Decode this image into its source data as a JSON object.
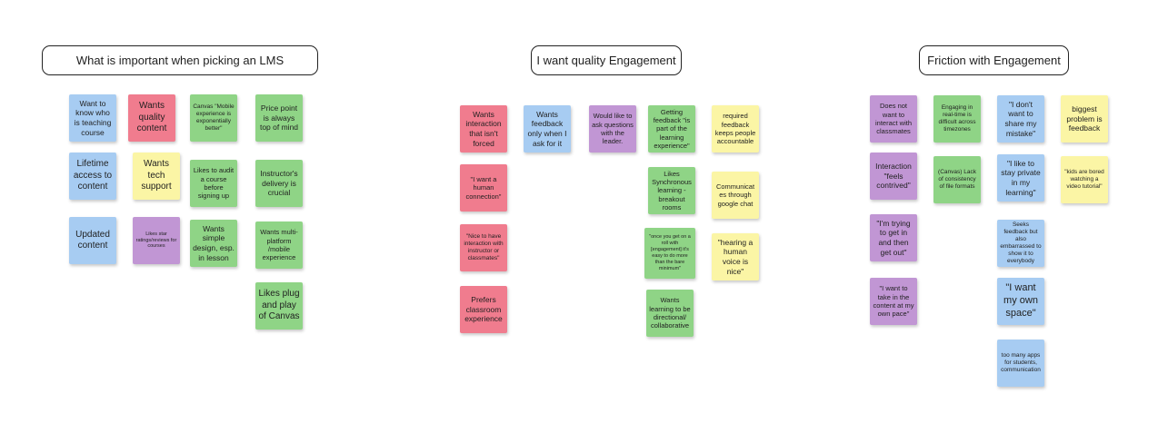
{
  "headers": {
    "h1": "What is important when picking an LMS",
    "h2": "I want quality Engagement",
    "h3": "Friction with Engagement"
  },
  "notes": {
    "n1": "Want to know who is teaching course",
    "n2": "Wants quality content",
    "n3": "Canvas \"Mobile experience is exponentially better\"",
    "n4": "Price point is always top of mind",
    "n5": "Lifetime access to content",
    "n6": "Wants tech support",
    "n7": "Likes to audit a course before signing up",
    "n8": "Instructor's delivery is crucial",
    "n9": "Updated content",
    "n10": "Likes star ratings/reviews for courses",
    "n11": "Wants simple design, esp. in lesson",
    "n12": "Wants multi-platform /mobile experience",
    "n13": "Likes plug and play of Canvas",
    "n14": "Wants interaction that isn't forced",
    "n15": "Wants feedback only when I ask for it",
    "n16": "Would like to ask questions with the leader.",
    "n17": "Getting feedback \"is part of the learning experience\"",
    "n18": "required feedback keeps people accountable",
    "n19": "\"I want a human connection\"",
    "n20": "Likes Synchronous learning - breakout rooms",
    "n21": "Communicates through google chat",
    "n22": "\"Nice to have interaction with instructor or classmates\"",
    "n23": "\"once you get on a roll with [engagement] it's easy to do more than the bare minimum\"",
    "n24": "\"hearing a human voice is nice\"",
    "n25": "Prefers classroom experience",
    "n26": "Wants learning to be directional/ collaborative",
    "n27": "Does not want to interact with classmates",
    "n28": "Engaging in real-time is difficult across timezones",
    "n29": "\"I don't want to share my mistake\"",
    "n30": "biggest problem is feedback",
    "n31": "Interaction \"feels contrived\"",
    "n32": "(Canvas) Lack of consistency of file formats",
    "n33": "\"I like to stay private in my learning\"",
    "n34": "\"kids are bored watching a video tutorial\"",
    "n35": "\"I'm trying to get in and then get out\"",
    "n36": "Seeks feedback but also embarrassed to show it to everybody",
    "n37": "\"I want to take in the content at my own pace\"",
    "n38": "\"I want my own space\"",
    "n39": "too many apps for students, communication"
  }
}
